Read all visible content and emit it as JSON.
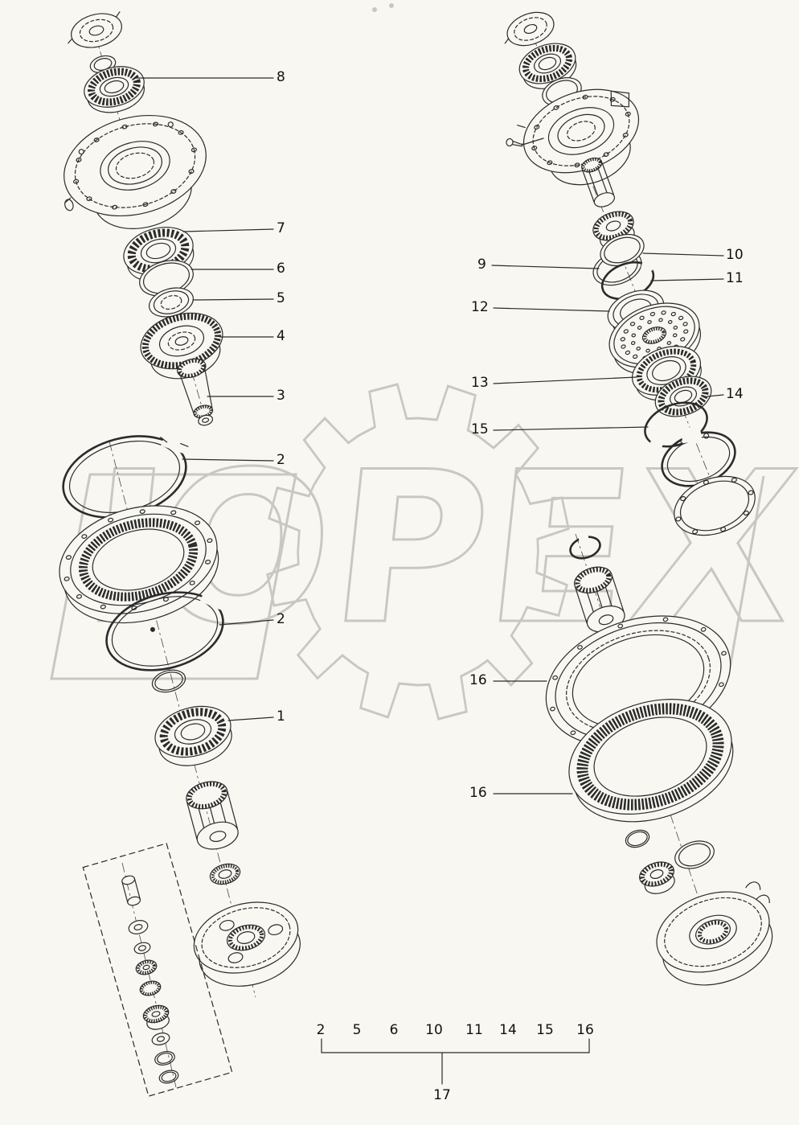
{
  "background_color": "#f8f7f2",
  "line_color": "#2b2b2b",
  "watermark": {
    "text": "ЮРЕХ",
    "color": "#c8c8c1"
  },
  "callouts": [
    {
      "num": "8"
    },
    {
      "num": "7"
    },
    {
      "num": "6"
    },
    {
      "num": "5"
    },
    {
      "num": "4"
    },
    {
      "num": "3"
    },
    {
      "num": "2"
    },
    {
      "num": "2"
    },
    {
      "num": "1"
    },
    {
      "num": "9"
    },
    {
      "num": "10"
    },
    {
      "num": "11"
    },
    {
      "num": "12"
    },
    {
      "num": "13"
    },
    {
      "num": "14"
    },
    {
      "num": "15"
    },
    {
      "num": "16"
    },
    {
      "num": "16"
    }
  ],
  "legend": {
    "items": [
      "2",
      "5",
      "6",
      "10",
      "11",
      "14",
      "15",
      "16"
    ],
    "group": "17"
  }
}
